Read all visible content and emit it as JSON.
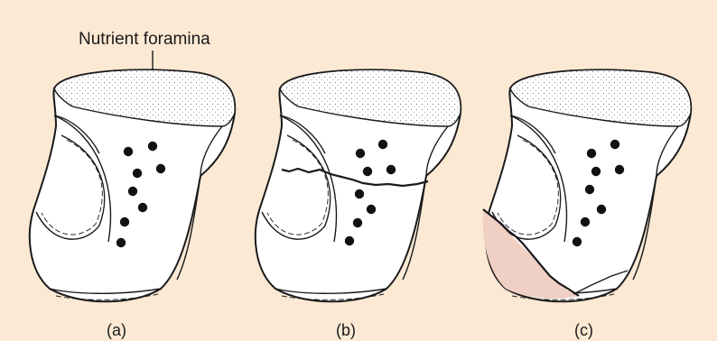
{
  "callout": {
    "label": "Nutrient foramina"
  },
  "panels": [
    {
      "label": "(a)",
      "fracture": "none"
    },
    {
      "label": "(b)",
      "fracture": "transverse"
    },
    {
      "label": "(c)",
      "fracture": "inferior-fragment"
    }
  ],
  "colors": {
    "background": "#fbe9d4",
    "bone": "#ffffff",
    "outline": "#1a1a1a",
    "fragment_shade": "#f0cfc4",
    "foramina": "#111111"
  }
}
